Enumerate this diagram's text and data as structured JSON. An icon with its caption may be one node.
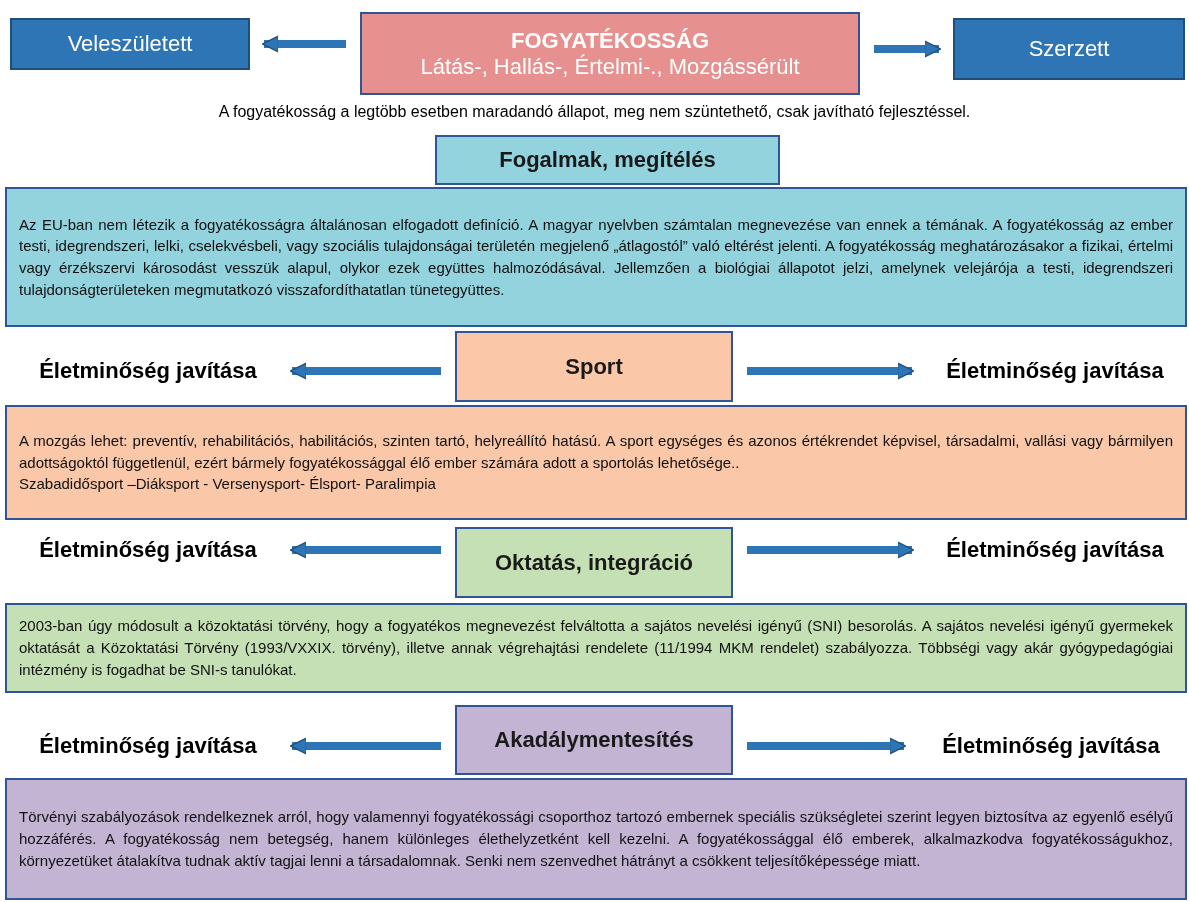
{
  "diagram": {
    "nodes": [
      {
        "text": [
          "FOGYATÉKOSSÁG",
          "Látás-, Hallás-, Értelmi-., Mozgássérült"
        ]
      },
      {
        "text": [
          "Veleszületett"
        ]
      },
      {
        "text": [
          "Szerzett"
        ]
      },
      {
        "text": [
          "Fogalmak, megítélés"
        ]
      },
      {
        "text": [
          "Az EU-ban nem létezik a fogyatékosságra általánosan elfogadott definíció. A magyar nyelvben számtalan megnevezése van ennek a témának. A fogyatékosság az ember testi, idegrendszeri, lelki, cselekvésbeli, vagy szociális tulajdonságai területén megjelenő „átlagostól” való eltérést jelenti. A fogyatékosság meghatározásakor a fizikai, értelmi vagy érzékszervi károsodást vesszük alapul, olykor ezek együttes halmozódásával. Jellemzően a biológiai állapotot jelzi, amelynek velejárója a testi, idegrendszeri tulajdonságterületeken megmutatkozó visszafordíthatatlan tünetegyüttes."
        ]
      },
      {
        "text": [
          "Sport"
        ]
      },
      {
        "text": [
          "Életminőség javítása"
        ]
      },
      {
        "text": [
          "Életminőség javítása"
        ]
      },
      {
        "text": [
          "A mozgás lehet: preventív, rehabilitációs, habilitációs, szinten tartó, helyreállító hatású. A sport egységes és azonos értékrendet képvisel, társadalmi, vallási vagy bármilyen adottságoktól függetlenül, ezért bármely fogyatékossággal élő ember számára adott a sportolás lehetősége..",
          "Szabadidősport –Diáksport - Versenysport- Élsport- Paralimpia"
        ]
      },
      {
        "text": [
          "Oktatás, integráció"
        ]
      },
      {
        "text": [
          "Életminőség javítása"
        ]
      },
      {
        "text": [
          "Életminőség javítása"
        ]
      },
      {
        "text": [
          "2003-ban úgy módosult a közoktatási törvény, hogy a fogyatékos megnevezést felváltotta a sajátos nevelési igényű (SNI) besorolás. A sajátos nevelési igényű gyermekek oktatását a Közoktatási Törvény (1993/VXXIX. törvény), illetve annak végrehajtási rendelete (11/1994 MKM rendelet) szabályozza. Többségi vagy akár gyógypedagógiai intézmény is fogadhat be SNI-s tanulókat."
        ]
      },
      {
        "text": [
          "Akadálymentesítés"
        ]
      },
      {
        "text": [
          "Életminőség javítása"
        ]
      },
      {
        "text": [
          "Életminőség javítása"
        ]
      },
      {
        "text": [
          "Törvényi szabályozások rendelkeznek arról, hogy valamennyi fogyatékossági csoporthoz tartozó embernek speciális szükségletei szerint legyen biztosítva az egyenlő esélyű hozzáférés. A fogyatékosság nem betegség, hanem különleges élethelyzetként kell kezelni. A fogyatékossággal élő emberek, alkalmazkodva fogyatékosságukhoz, környezetüket átalakítva tudnak aktív tagjai lenni a társadalomnak. Senki nem szenvedhet hátrányt a csökkent teljesítőképessége miatt."
        ]
      }
    ],
    "edges": [
      {
        "from": 0,
        "to": 1,
        "arrow": "to"
      },
      {
        "from": 0,
        "to": 2,
        "arrow": "to"
      },
      {
        "from": 5,
        "to": 6,
        "arrow": "to"
      },
      {
        "from": 5,
        "to": 7,
        "arrow": "to"
      },
      {
        "from": 9,
        "to": 10,
        "arrow": "to"
      },
      {
        "from": 9,
        "to": 11,
        "arrow": "to"
      },
      {
        "from": 13,
        "to": 14,
        "arrow": "to"
      },
      {
        "from": 13,
        "to": 15,
        "arrow": "to"
      }
    ],
    "labels": [
      "A fogyatékosság a legtöbb esetben maradandó állapot, meg nem szüntethető, csak javítható fejlesztéssel."
    ]
  }
}
